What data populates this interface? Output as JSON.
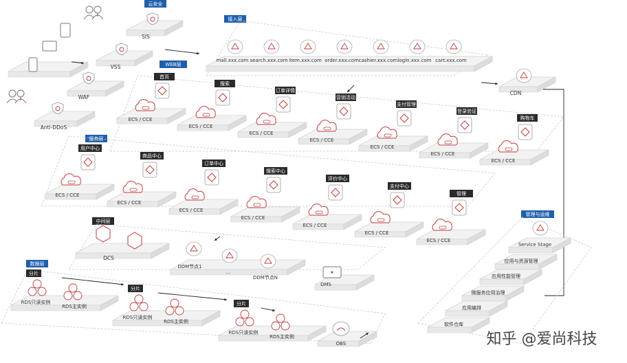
{
  "tags": {
    "cloud_security": "云安全",
    "access_layer": "接入层",
    "web_layer": "WEB层",
    "service_layer": "服务层",
    "middleware_layer": "中间层",
    "data_layer": "数据层",
    "management": "管理与运维"
  },
  "security": {
    "sis": "SIS",
    "vss": "VSS",
    "waf": "WAF",
    "anti_ddos": "Anti-DDoS"
  },
  "domains": [
    "mall.xxx.com",
    "search.xxx.com",
    "item.xxx.com",
    "order.xxx.com",
    "cashier.xxx.com",
    "login.xxx.com",
    "cart.xxx.com"
  ],
  "cdn": "CDN",
  "web_modules": [
    {
      "title": "首页",
      "compute": "ECS / CCE"
    },
    {
      "title": "搜索",
      "compute": "ECS / CCE"
    },
    {
      "title": "订单详情",
      "compute": "ECS / CCE"
    },
    {
      "title": "营销活动",
      "compute": "ECS / CCE"
    },
    {
      "title": "支付管理",
      "compute": "ECS / CCE"
    },
    {
      "title": "登录验证",
      "compute": "ECS / CCE"
    },
    {
      "title": "购物车",
      "compute": "ECS / CCE"
    }
  ],
  "service_modules": [
    {
      "title": "用户中心",
      "compute": "ECS / CCE"
    },
    {
      "title": "商品中心",
      "compute": "ECS / CCE"
    },
    {
      "title": "订单中心",
      "compute": "ECS / CCE"
    },
    {
      "title": "搜索中心",
      "compute": "ECS / CCE"
    },
    {
      "title": "评价中心",
      "compute": "ECS / CCE"
    },
    {
      "title": "支付中心",
      "compute": "ECS / CCE"
    },
    {
      "title": "管理",
      "compute": "ECS / CCE"
    }
  ],
  "middleware": {
    "dcs": "DCS",
    "ddm1": "DDM节点1",
    "ellipsis": "...",
    "ddmn": "DDM节点N",
    "dms": "DMS"
  },
  "data": {
    "shard_label": "分片",
    "rds_read": "RDS只读实例",
    "rds_main": "RDS主实例",
    "obs": "OBS"
  },
  "ops": [
    "Service Stage",
    "应用与资源管理",
    "应用性能管理",
    "微服务应用治理",
    "应用编排",
    "软件仓库"
  ],
  "watermark": "知乎 @爱尚科技"
}
